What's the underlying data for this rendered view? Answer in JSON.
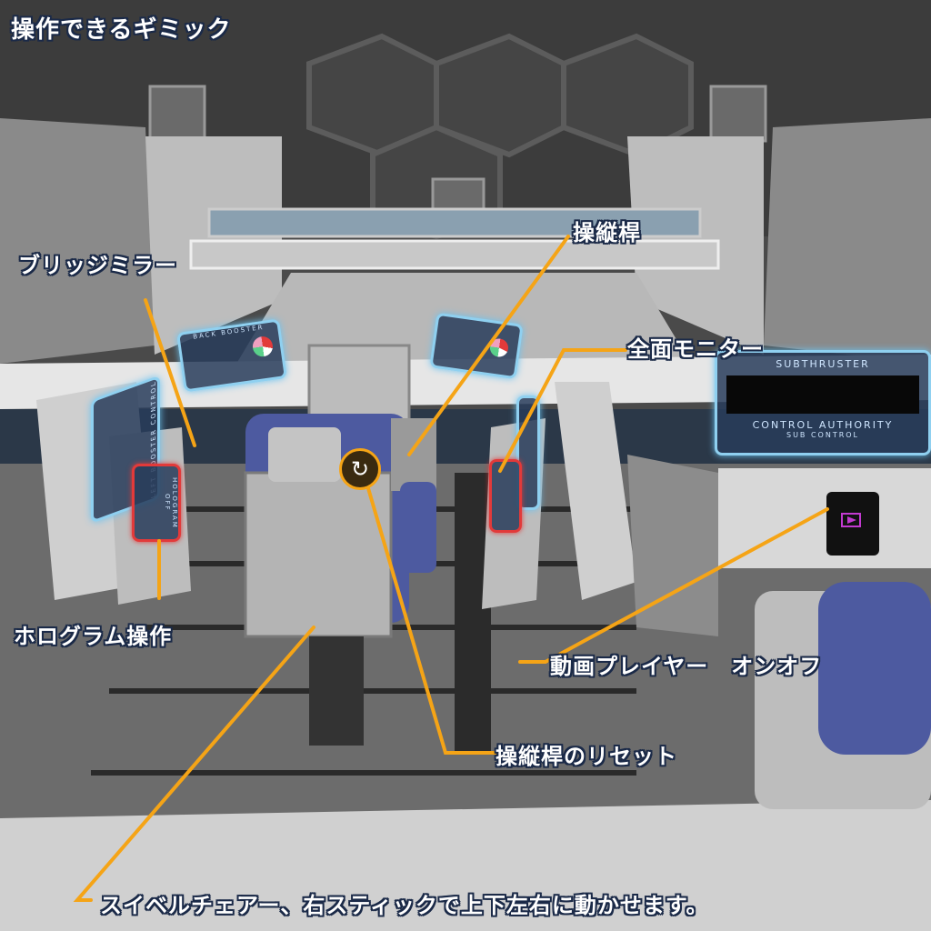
{
  "title": "操作できるギミック",
  "annotations": {
    "bridge_mirror": "ブリッジミラー",
    "control_stick": "操縦桿",
    "full_monitor": "全面モニター",
    "hologram_control": "ホログラム操作",
    "video_player": "動画プレイヤー　オンオフ",
    "stick_reset": "操縦桿のリセット",
    "swivel_chair": "スイベルチェアー、右スティックで上下左右に動かせます。"
  },
  "holograms": {
    "subthruster": "SUBTHRUSTER",
    "control_authority": "CONTROL AUTHORITY",
    "sub_control": "SUB CONTROL",
    "back_booster": "BACK BOOSTER",
    "left_booster": "LEFT BOOSTER CONTROL",
    "hologram_off": "HOLOGRAM OFF"
  },
  "colors": {
    "annotation_line": "#f5a416",
    "hologram_border": "#8fd0f0"
  },
  "icons": [
    "reset-icon",
    "play-icon"
  ]
}
